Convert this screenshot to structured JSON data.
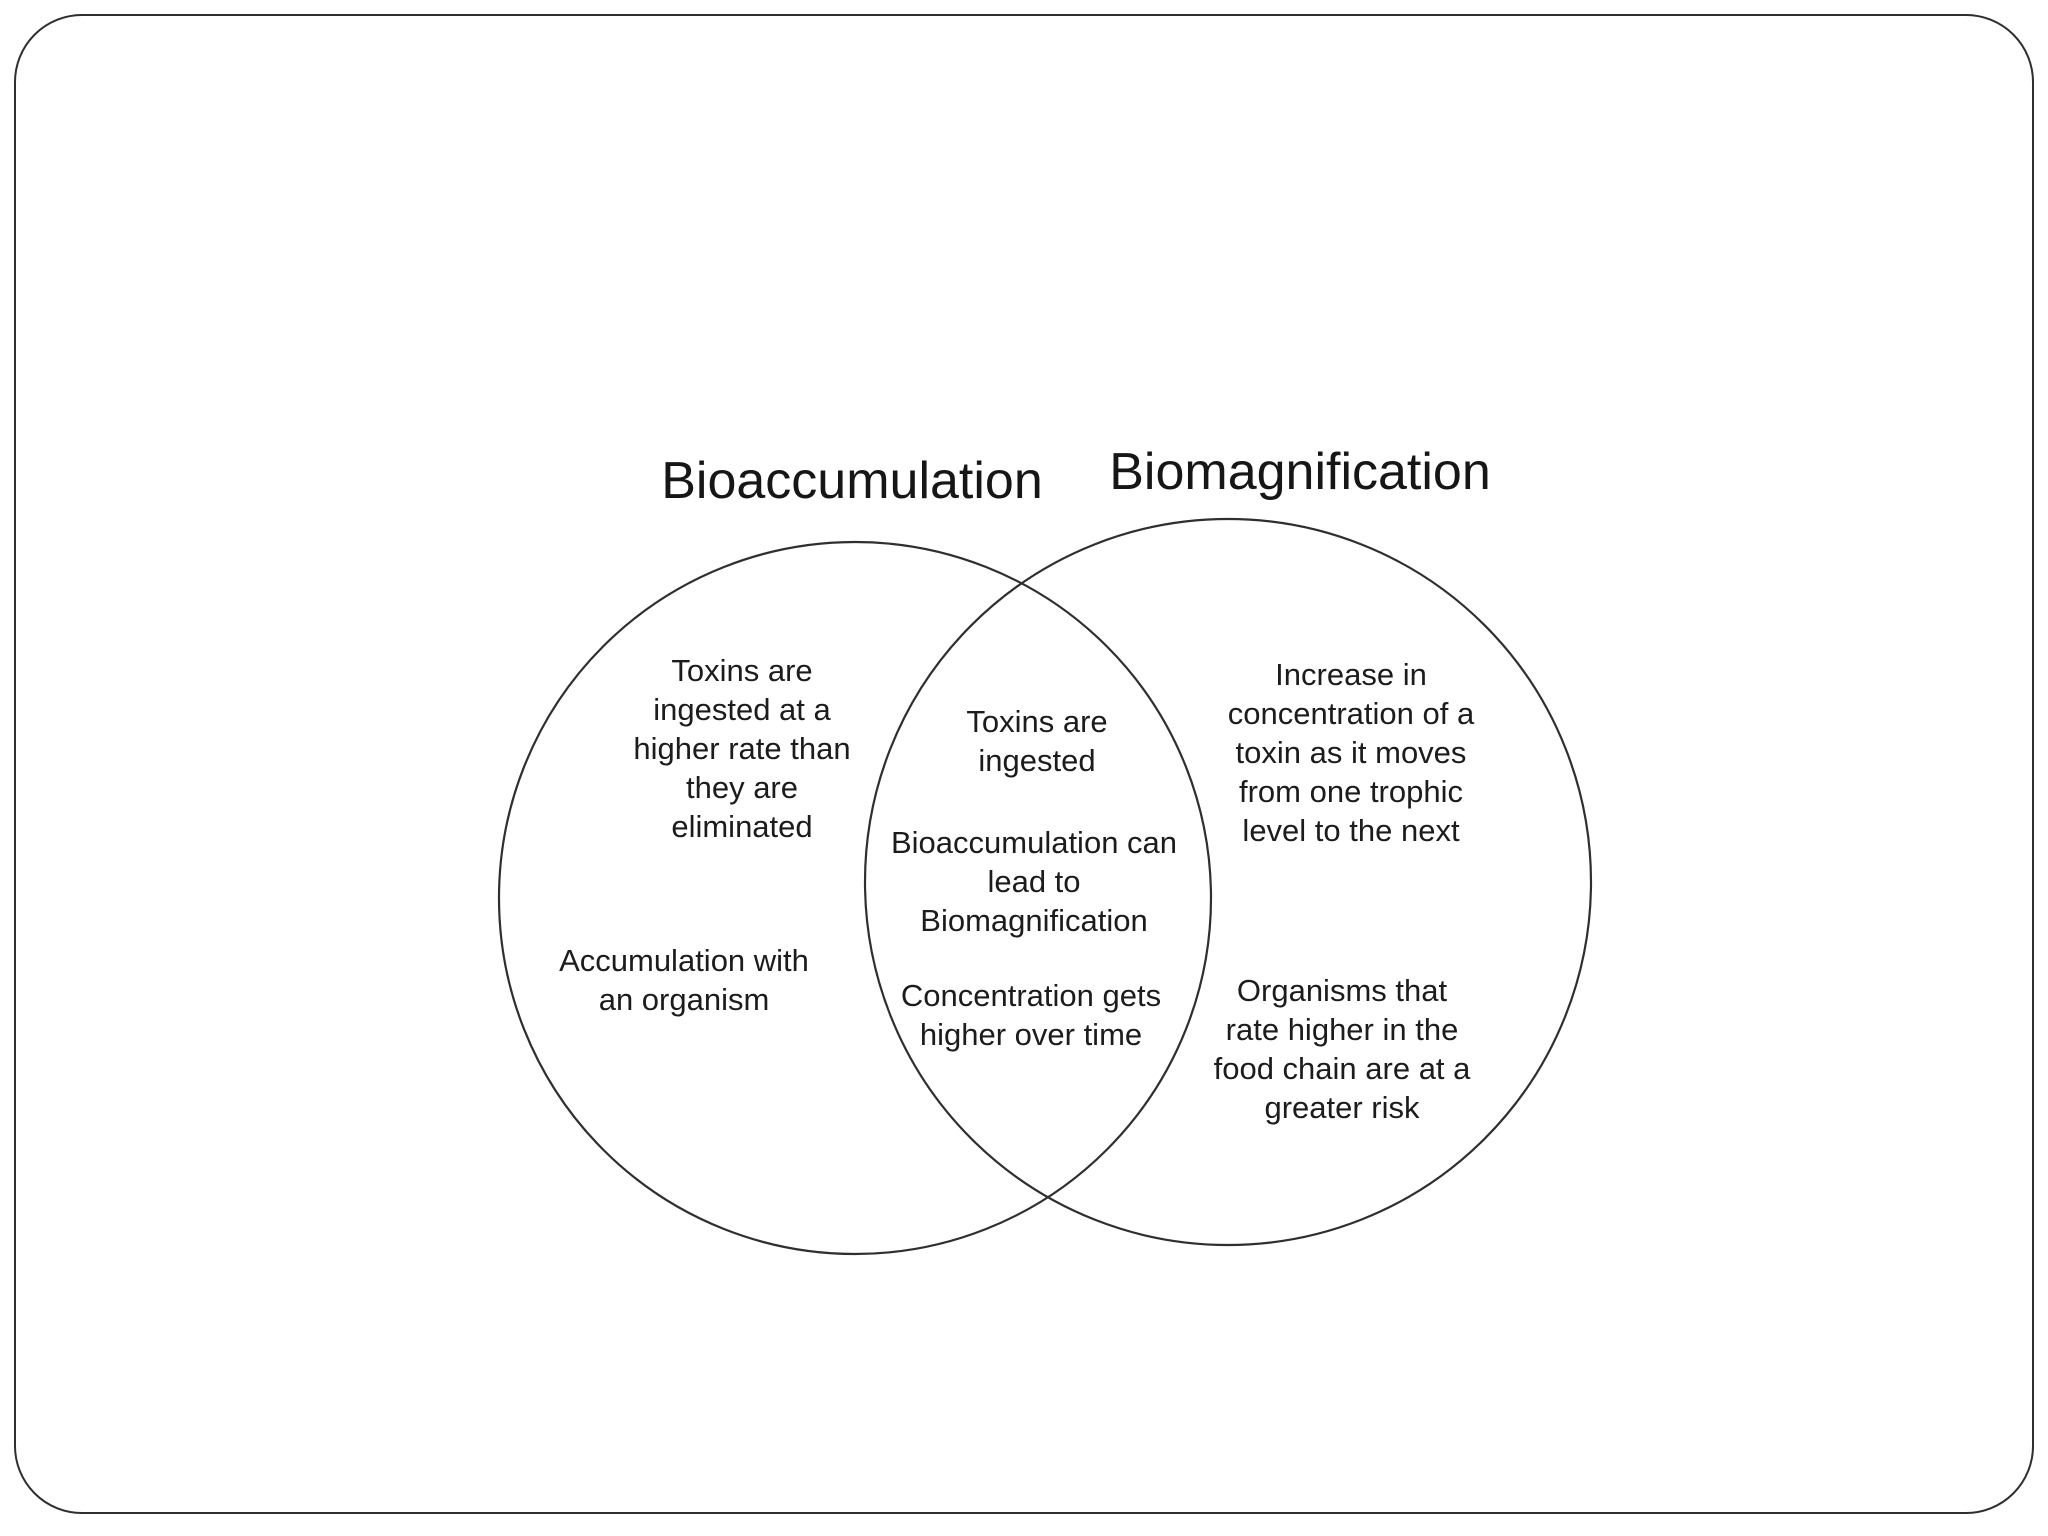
{
  "colors": {
    "background": "#ffffff",
    "line": "#2f2f2f",
    "text": "#1c1c1c"
  },
  "venn": {
    "left": {
      "title": "Bioaccumulation",
      "items": [
        "Toxins are\ningested at a\nhigher rate than\nthey are\neliminated",
        "Accumulation with\nan organism"
      ]
    },
    "right": {
      "title": "Biomagnification",
      "items": [
        "Increase in\nconcentration of a\ntoxin as it moves\nfrom one trophic\nlevel to the next",
        "Organisms that\nrate higher in the\nfood chain are at a\ngreater risk"
      ]
    },
    "overlap": {
      "items": [
        "Toxins are\ningested",
        "Bioaccumulation can\nlead to\nBiomagnification",
        "Concentration gets\nhigher over time"
      ]
    }
  }
}
